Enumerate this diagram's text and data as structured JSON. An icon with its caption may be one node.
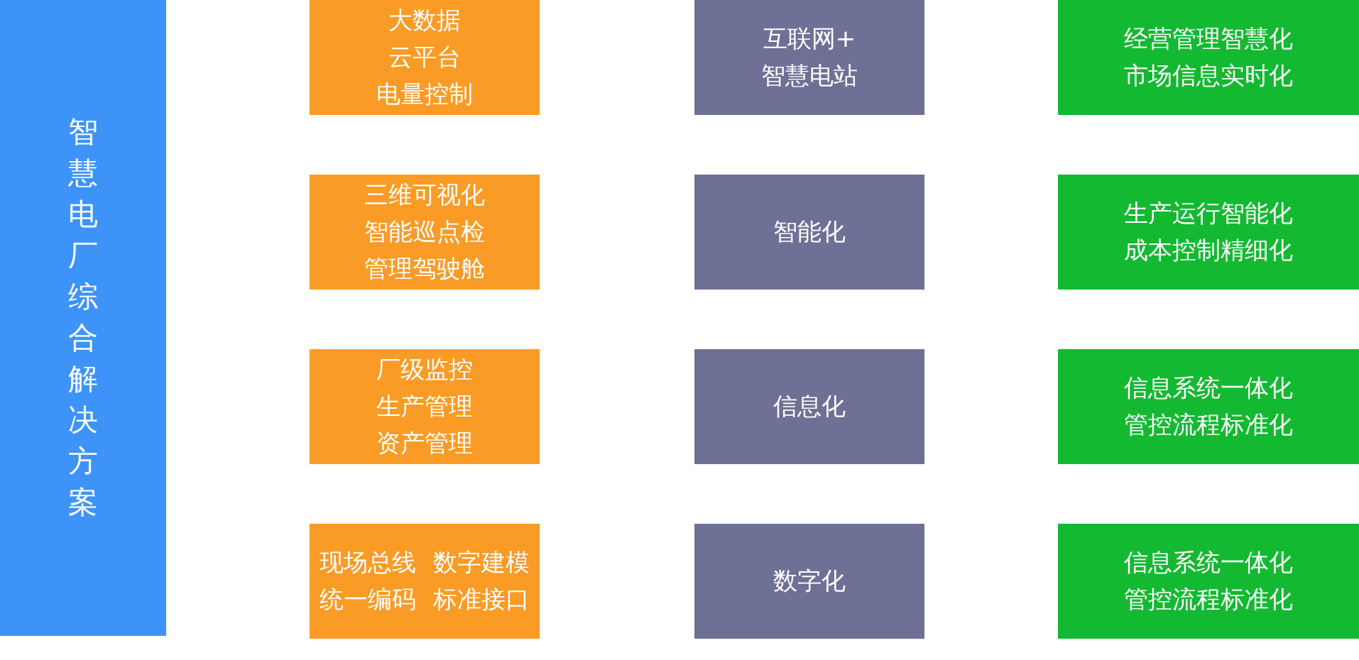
{
  "diagram": {
    "nodes": [
      {
        "text": [
          "智慧电厂综合解决方案"
        ]
      },
      {
        "text": [
          "大数据",
          "云平台",
          "电量控制"
        ]
      },
      {
        "text": [
          "互联网+",
          "智慧电站"
        ]
      },
      {
        "text": [
          "经营管理智慧化",
          "市场信息实时化"
        ]
      },
      {
        "text": [
          "三维可视化",
          "智能巡点检",
          "管理驾驶舱"
        ]
      },
      {
        "text": [
          "智能化"
        ]
      },
      {
        "text": [
          "生产运行智能化",
          "成本控制精细化"
        ]
      },
      {
        "text": [
          "厂级监控",
          "生产管理",
          "资产管理"
        ]
      },
      {
        "text": [
          "信息化"
        ]
      },
      {
        "text": [
          "信息系统一体化",
          "管控流程标准化"
        ]
      },
      {
        "text": [
          "现场总线",
          "数字建模",
          "统一编码",
          "标准接口"
        ]
      },
      {
        "text": [
          "数字化"
        ]
      },
      {
        "text": [
          "信息系统一体化",
          "管控流程标准化"
        ]
      }
    ]
  }
}
